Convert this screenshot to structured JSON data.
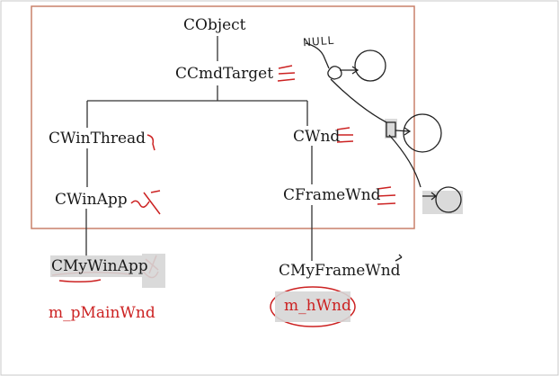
{
  "diagram": {
    "nodes": {
      "cobject": "CObject",
      "ccmdtarget": "CCmdTarget",
      "cwinthread": "CWinThread",
      "cwnd": "CWnd",
      "cwinapp": "CWinApp",
      "cframewnd": "CFrameWnd",
      "cmywinapp": "CMyWinApp",
      "cmyframewnd": "CMyFrameWnd"
    },
    "members": {
      "m_pmainwnd": "m_pMainWnd",
      "m_hwnd": "m_hWnd"
    },
    "annotation": "NULL",
    "colors": {
      "frame": "#c9806a",
      "ink": "#1a1a1a",
      "pen": "#cc2222",
      "highlight": "#d9d9d9"
    }
  }
}
